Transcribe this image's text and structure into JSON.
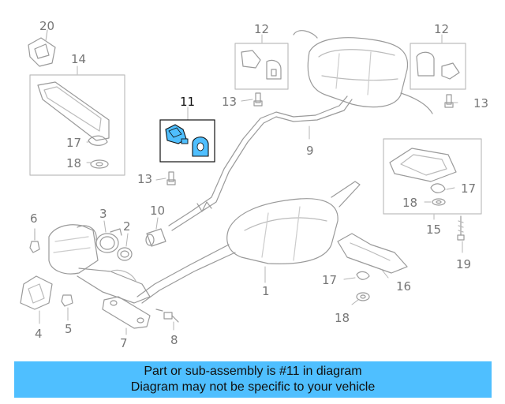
{
  "callouts": [
    {
      "id": "c20",
      "label": "20"
    },
    {
      "id": "c14",
      "label": "14"
    },
    {
      "id": "c12a",
      "label": "12"
    },
    {
      "id": "c12b",
      "label": "12"
    },
    {
      "id": "c13a",
      "label": "13"
    },
    {
      "id": "c13b",
      "label": "13"
    },
    {
      "id": "c13c",
      "label": "13"
    },
    {
      "id": "c11",
      "label": "11"
    },
    {
      "id": "c17a",
      "label": "17"
    },
    {
      "id": "c18a",
      "label": "18"
    },
    {
      "id": "c17b",
      "label": "17"
    },
    {
      "id": "c18b",
      "label": "18"
    },
    {
      "id": "c17c",
      "label": "17"
    },
    {
      "id": "c18c",
      "label": "18"
    },
    {
      "id": "c9",
      "label": "9"
    },
    {
      "id": "c10",
      "label": "10"
    },
    {
      "id": "c15",
      "label": "15"
    },
    {
      "id": "c19",
      "label": "19"
    },
    {
      "id": "c6",
      "label": "6"
    },
    {
      "id": "c3",
      "label": "3"
    },
    {
      "id": "c2",
      "label": "2"
    },
    {
      "id": "c1",
      "label": "1"
    },
    {
      "id": "c16",
      "label": "16"
    },
    {
      "id": "c4",
      "label": "4"
    },
    {
      "id": "c5",
      "label": "5"
    },
    {
      "id": "c7",
      "label": "7"
    },
    {
      "id": "c8",
      "label": "8"
    }
  ],
  "highlight_part": "11",
  "highlight_color": "#4fbfff",
  "banner": {
    "line1": "Part or sub-assembly is #11 in diagram",
    "line2": "Diagram may not be specific to your vehicle",
    "background": "#4fbfff"
  }
}
